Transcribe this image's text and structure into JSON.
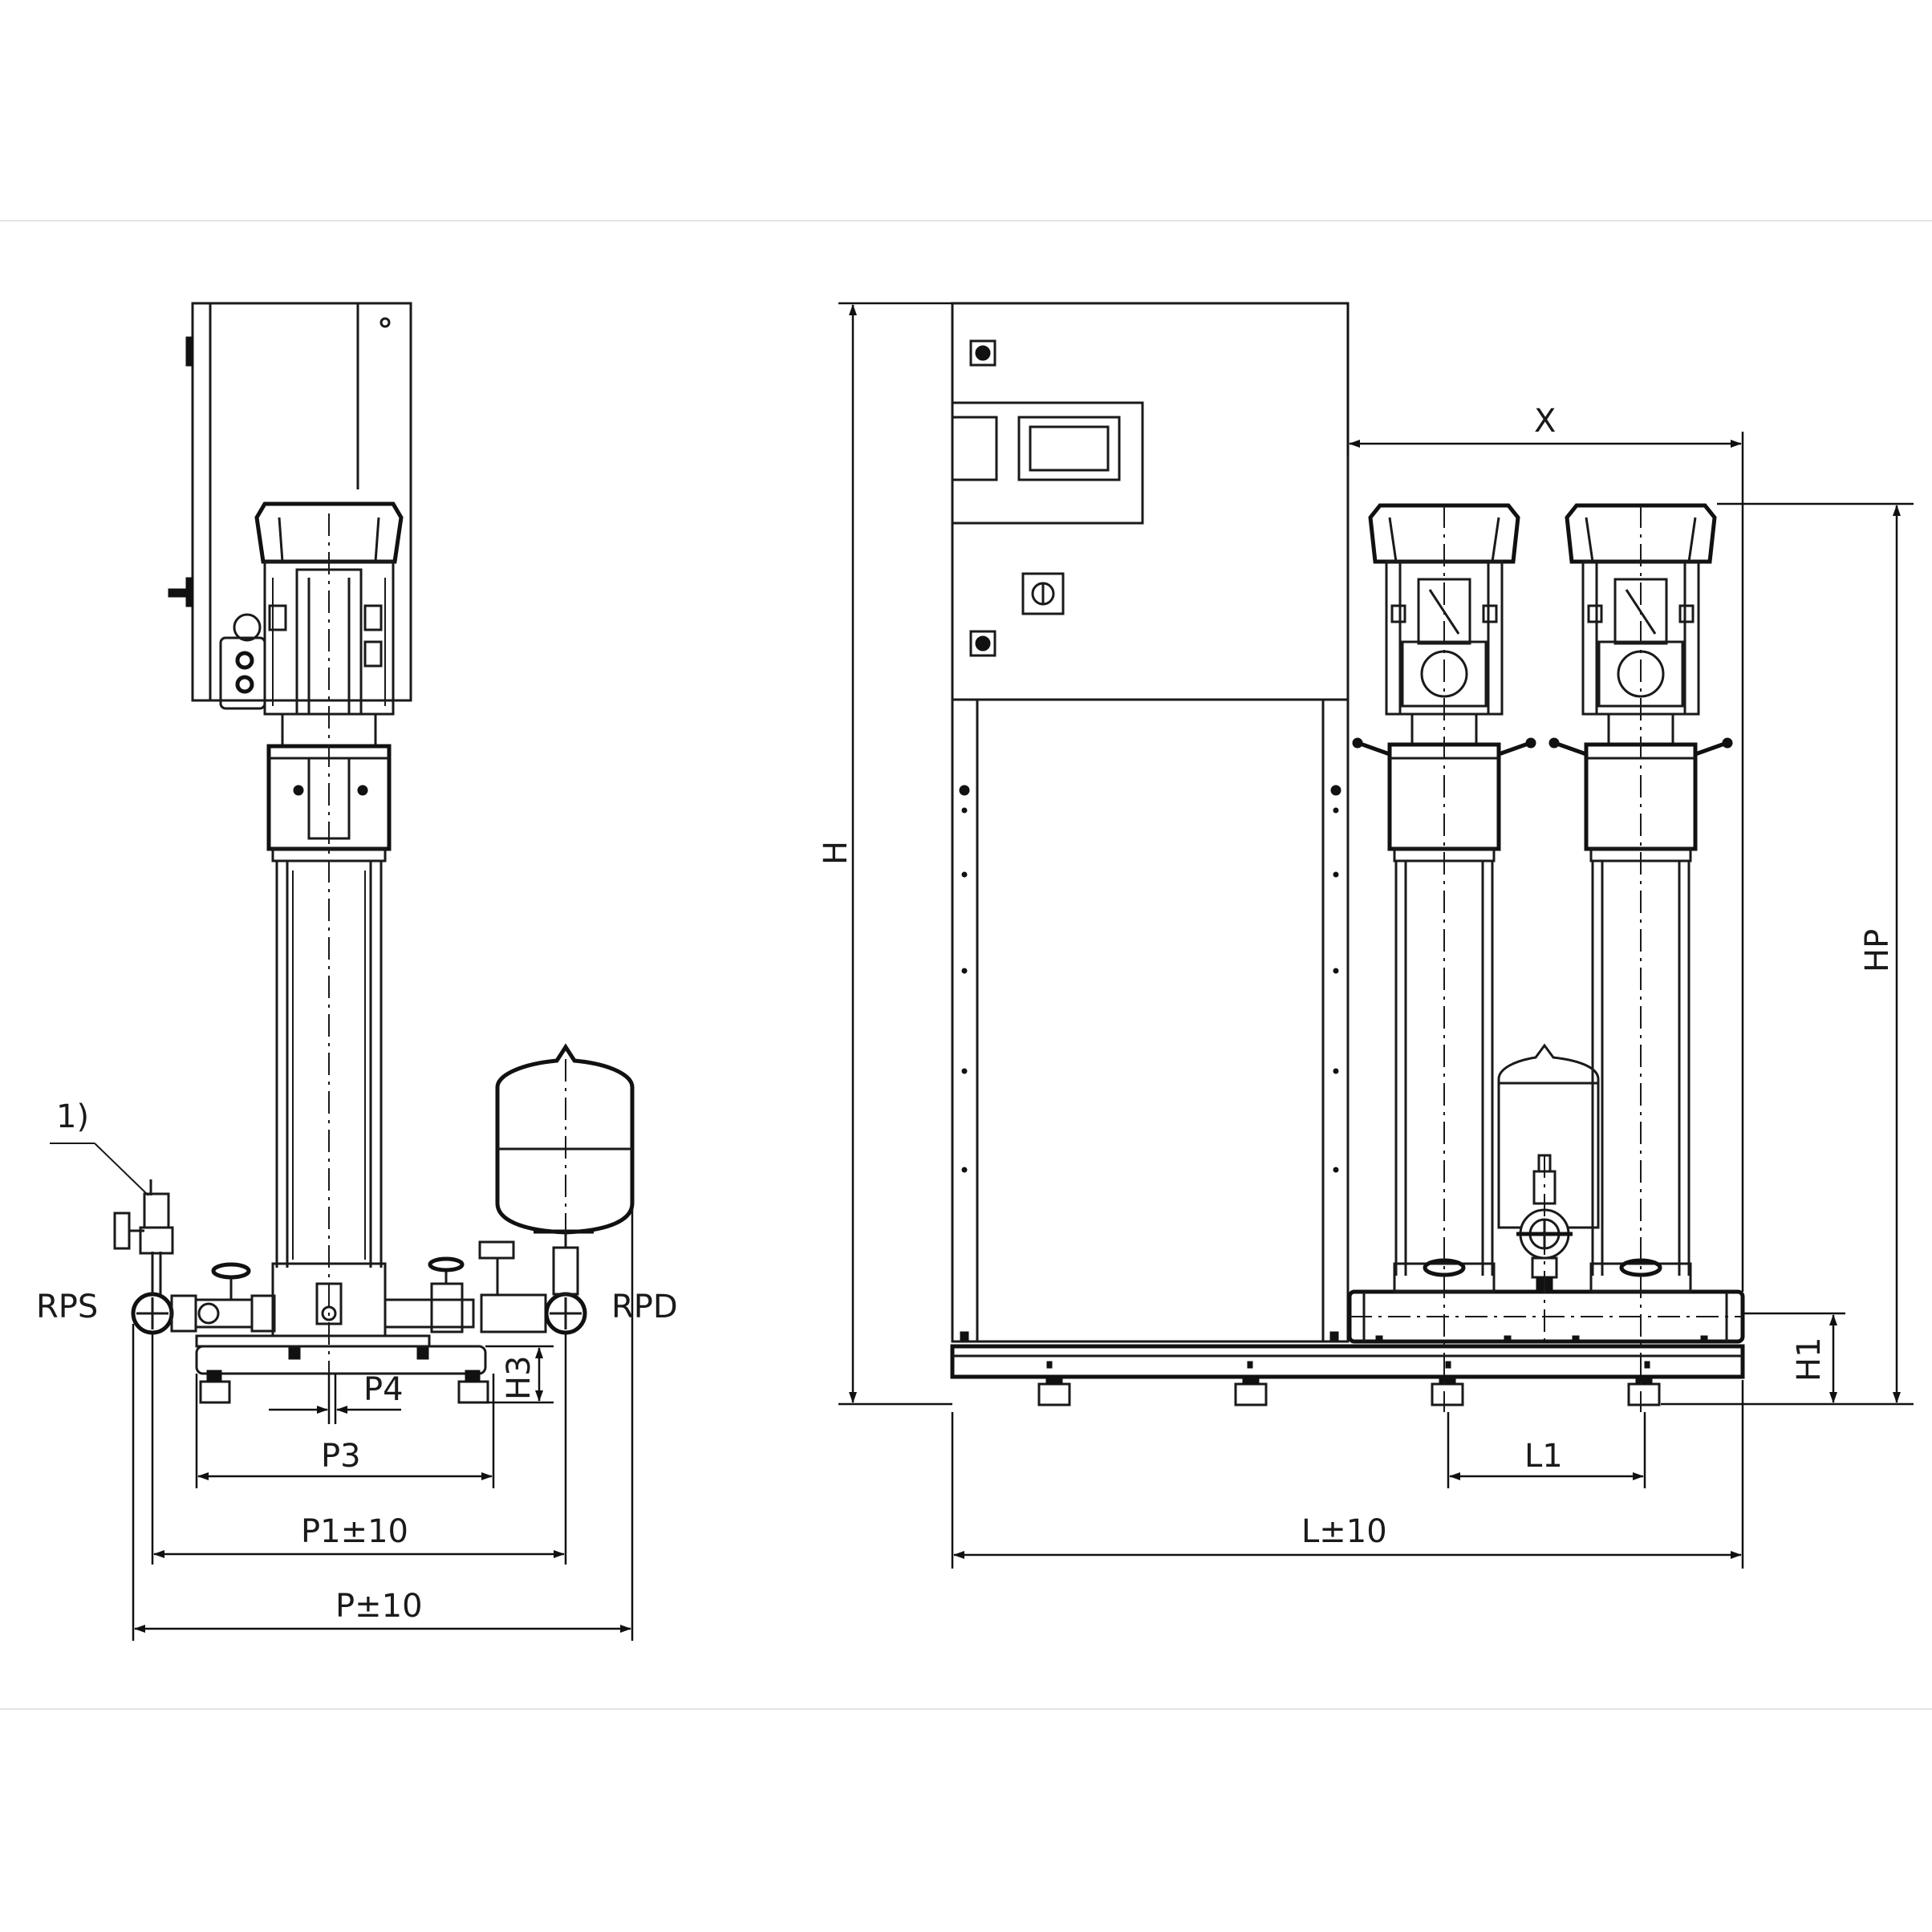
{
  "labels": {
    "note": "1)",
    "rps": "RPS",
    "rpd": "RPD",
    "p4": "P4",
    "p3": "P3",
    "h3": "H3",
    "p1": "P1±10",
    "p": "P±10",
    "h": "H",
    "x": "X",
    "hp": "HP",
    "h1": "H1",
    "l1": "L1",
    "l": "L±10"
  }
}
